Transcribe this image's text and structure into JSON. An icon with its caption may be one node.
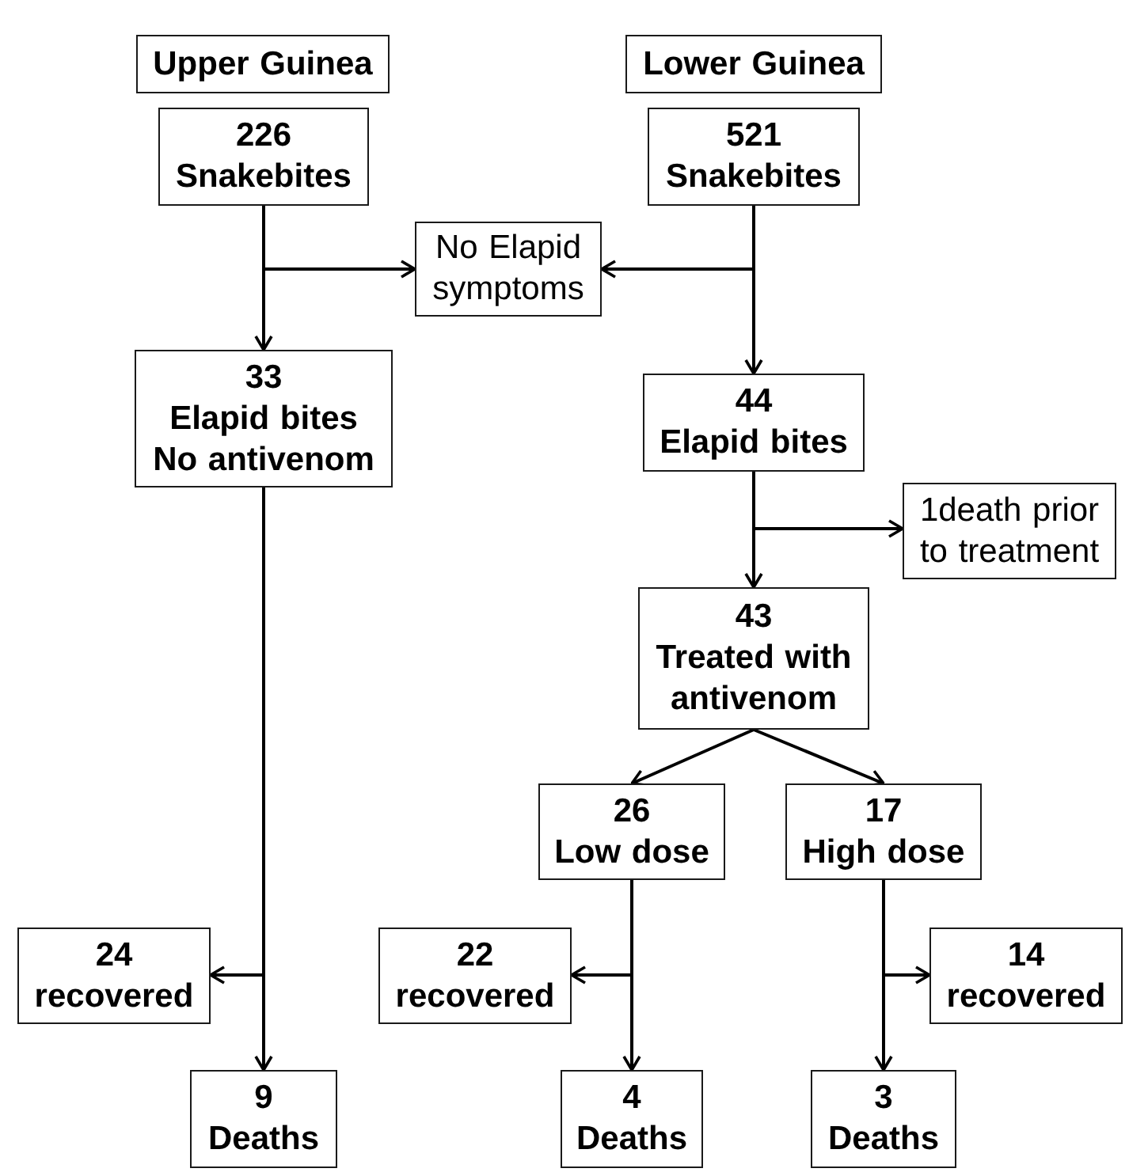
{
  "diagram": {
    "nodes": [
      {
        "text": [
          "Upper Guinea"
        ]
      },
      {
        "text": [
          "Lower Guinea"
        ]
      },
      {
        "text": [
          "226",
          "Snakebites"
        ]
      },
      {
        "text": [
          "521",
          "Snakebites"
        ]
      },
      {
        "text": [
          "No Elapid symptoms"
        ]
      },
      {
        "text": [
          "33",
          "Elapid bites",
          "No antivenom"
        ]
      },
      {
        "text": [
          "44",
          "Elapid bites"
        ]
      },
      {
        "text": [
          "1death prior to treatment"
        ]
      },
      {
        "text": [
          "43",
          "Treated with antivenom"
        ]
      },
      {
        "text": [
          "26",
          "Low dose"
        ]
      },
      {
        "text": [
          "17",
          "High dose"
        ]
      },
      {
        "text": [
          "24",
          "recovered"
        ]
      },
      {
        "text": [
          "22",
          "recovered"
        ]
      },
      {
        "text": [
          "14",
          "recovered"
        ]
      },
      {
        "text": [
          "9",
          "Deaths"
        ]
      },
      {
        "text": [
          "4",
          "Deaths"
        ]
      },
      {
        "text": [
          "3",
          "Deaths"
        ]
      }
    ],
    "edges": [
      {
        "from": 2,
        "to": 5,
        "arrow": "to"
      },
      {
        "from": 2,
        "to": 4,
        "arrow": "to"
      },
      {
        "from": 3,
        "to": 4,
        "arrow": "to"
      },
      {
        "from": 3,
        "to": 6,
        "arrow": "to"
      },
      {
        "from": 6,
        "to": 8,
        "arrow": "to"
      },
      {
        "from": 6,
        "to": 7,
        "arrow": "to"
      },
      {
        "from": 8,
        "to": 9,
        "arrow": "to"
      },
      {
        "from": 8,
        "to": 10,
        "arrow": "to"
      },
      {
        "from": 5,
        "to": 14,
        "arrow": "to"
      },
      {
        "from": 5,
        "to": 11,
        "arrow": "to"
      },
      {
        "from": 9,
        "to": 15,
        "arrow": "to"
      },
      {
        "from": 9,
        "to": 12,
        "arrow": "to"
      },
      {
        "from": 10,
        "to": 16,
        "arrow": "to"
      },
      {
        "from": 10,
        "to": 13,
        "arrow": "to"
      }
    ]
  }
}
